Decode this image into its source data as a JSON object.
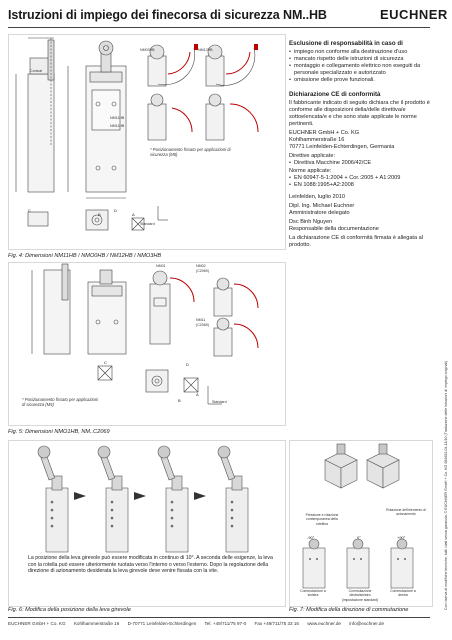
{
  "header": {
    "title": "Istruzioni di impiego dei finecorsa di sicurezza NM..HB",
    "logo": "EUCHNER"
  },
  "declaration": {
    "resp_heading": "Esclusione di responsabilità in caso di",
    "resp_items": [
      "impiego non conforme alla destinazione d'uso",
      "mancato rispetto delle istruzioni di sicurezza",
      "montaggio e collegamento elettrico non eseguiti da personale specializzato e autorizzato",
      "omissione delle prove funzionali."
    ],
    "ce_heading": "Dichiarazione CE di conformità",
    "ce_intro": "Il fabbricante indicato di seguito dichiara che il prodotto è conforme alle disposizioni della/delle direttiva/e sottoelencata/e e che sono state applicate le norme pertinenti.",
    "maker_name": "EUCHNER GmbH + Co. KG",
    "maker_street": "Kohlhammerstraße 16",
    "maker_city": "70771 Leinfelden-Echterdingen, Germania",
    "directives_label": "Direttive applicate:",
    "directive": "Direttiva Macchine 2006/42/CE",
    "norms_label": "Norme applicate:",
    "norms": [
      "EN 60947-5-1:2004 + Cor.:2005 + A1:2009",
      "EN 1088:1995+A2:2008"
    ],
    "place_date": "Leinfelden, luglio 2010",
    "signer1_name": "Dipl. Ing. Michael Euchner",
    "signer1_role": "Amministratore delegato",
    "signer2_name": "Dsc Binh Nguyen",
    "signer2_role": "Responsabile della documentazione",
    "closing": "La dichiarazione CE di conformità firmata è allegata al prodotto."
  },
  "fig4": {
    "caption": "Fig. 4: Dimensioni NM11HB / NMO0HB / NM12HB / NMO3HB",
    "note": "* Posizionamento fissato per applicazioni di sicurezza (M5)",
    "labels": {
      "conical": "Conical",
      "nm03": "NM03HB",
      "nm12": "NM12HB",
      "nm11": "NM11HB",
      "nm11b": "NM11HB",
      "a": "A",
      "b": "B",
      "c": "C",
      "d": "D",
      "standard": "Standard"
    }
  },
  "fig5": {
    "caption": "Fig. 5: Dimensioni NMO1HB, NM..C2069",
    "note": "* Posizionamento fissato per applicazioni di sicurezza (M5)",
    "labels": {
      "nm01": "NM01",
      "nm02": "NM02",
      "c2069": "(C2069)",
      "nm11": "NM11",
      "c2069b": "(C2069)",
      "c": "C",
      "d": "D",
      "a": "A",
      "b": "B",
      "standard": "Standard"
    }
  },
  "fig6": {
    "caption": "Fig. 6: Modifica della posizione della leva girevole",
    "note": "La posizione della leva girevole può essere modificata in continuo di 10°. A seconda delle esigenze, la leva con la rotella può essere ulteriormente ruotata verso l'interno o verso l'esterno. Dopo la regolazione della direzione di azionamento desiderata la leva girevole deve venire fissata con la vite."
  },
  "fig7": {
    "caption": "Fig. 7: Modifica della direzione di commutazione",
    "label_left": "Pressione e rotazione contemporanea della rotellina",
    "label_right": "Rotazione dell'elemento di azionamento",
    "angles": [
      "-90°",
      "0°",
      "+90°"
    ],
    "state_left": "Commutazione a sinistra",
    "state_mid": "Commutazione destra/sinistra (impostazione standard)",
    "state_right": "Commutazione a destra"
  },
  "side_note": "Con riserva di modifiche tecniche, tutti i dati senza garanzia. © EUCHNER GmbH + Co. KG 084652-04-11/10 (Traduzione delle istruzioni di impiego originali)",
  "footer": {
    "company": "EUCHNER GmbH + Co. KG",
    "street": "Kohlhammerstraße 16",
    "city": "D-70771 Leinfelden-Echterdingen",
    "tel": "Tel. +49/711/75 97-0",
    "fax": "Fax +49/711/75 33 16",
    "web": "www.euchner.de",
    "email": "info@euchner.de"
  }
}
